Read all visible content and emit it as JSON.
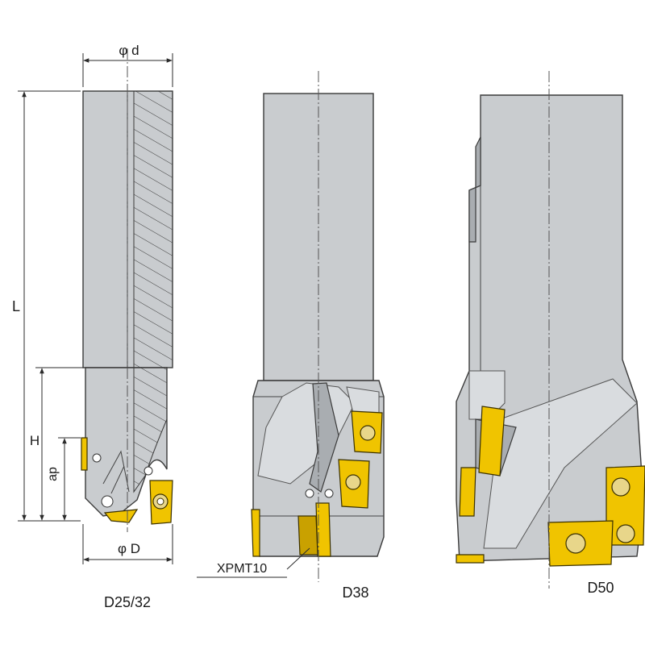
{
  "labels": {
    "d": "φ d",
    "L": "L",
    "H": "H",
    "ap": "ap",
    "D": "φ D",
    "insert_code": "XPMT10",
    "tool_small": "D25/32",
    "tool_mid": "D38",
    "tool_large": "D50"
  },
  "colors": {
    "insert": "#f0c400",
    "body": "#c9cccf",
    "line": "#2b2b2b"
  }
}
